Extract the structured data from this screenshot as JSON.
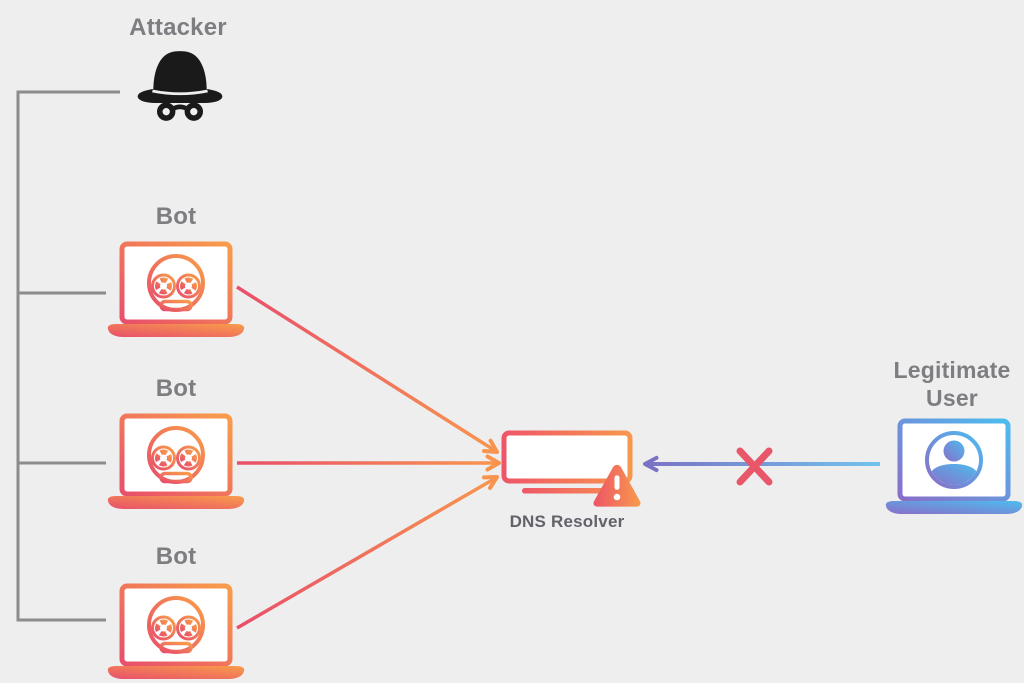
{
  "diagram": {
    "title_none": "",
    "attacker": {
      "label": "Attacker"
    },
    "bots": [
      {
        "label": "Bot"
      },
      {
        "label": "Bot"
      },
      {
        "label": "Bot"
      }
    ],
    "resolver": {
      "label": "DNS Resolver"
    },
    "legitimate_user": {
      "label": "Legitimate User"
    }
  },
  "icons": {
    "spy-hat-icon": "black fedora hat with mask glasses",
    "bot-laptop-icon": "laptop with robot face, orange-pink gradient outline",
    "dns-server-icon": "server box with nine vertical slots, orange-pink gradient outline",
    "warning-triangle-icon": "filled gradient triangle with white exclamation mark",
    "user-laptop-icon": "laptop with person avatar, blue-purple gradient outline",
    "blocked-x-icon": "red X over the legitimate user's request arrow"
  },
  "theme": {
    "background": "#eeeeee",
    "label_gray": "#7e7e82",
    "resolver_label_gray": "#62626b",
    "connector_gray": "#8c8c8c",
    "attack_pink": "#e84f6b",
    "attack_orange": "#f8964e",
    "user_purple": "#7a72c4",
    "user_blue": "#72c3ee",
    "blocked_x": "#e8566a",
    "icon_black": "#1a1a1a",
    "screen_white": "#ffffff"
  }
}
